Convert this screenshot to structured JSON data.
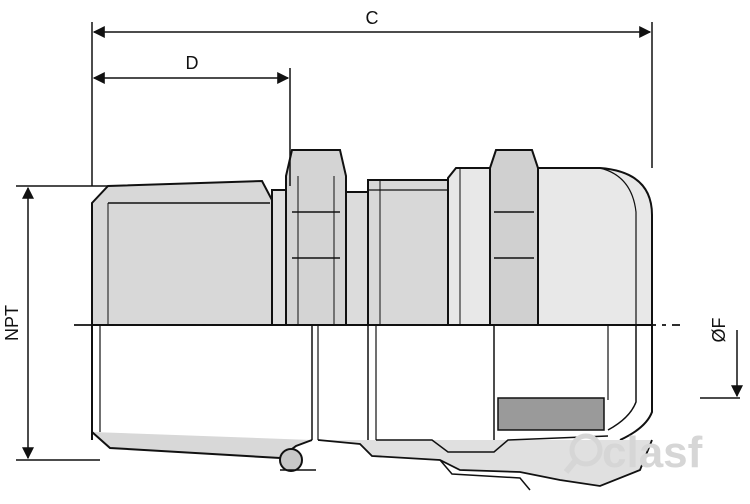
{
  "labels": {
    "overall_length": "C",
    "thread_length": "D",
    "thread_size": "NPT",
    "clamping_diameter": "ØF"
  },
  "watermark": "clasf",
  "colors": {
    "body_fill": "#d8d8d8",
    "cap_fill": "#e8e8e8",
    "seal_insert": "#9a9a9a",
    "outline": "#111111"
  }
}
